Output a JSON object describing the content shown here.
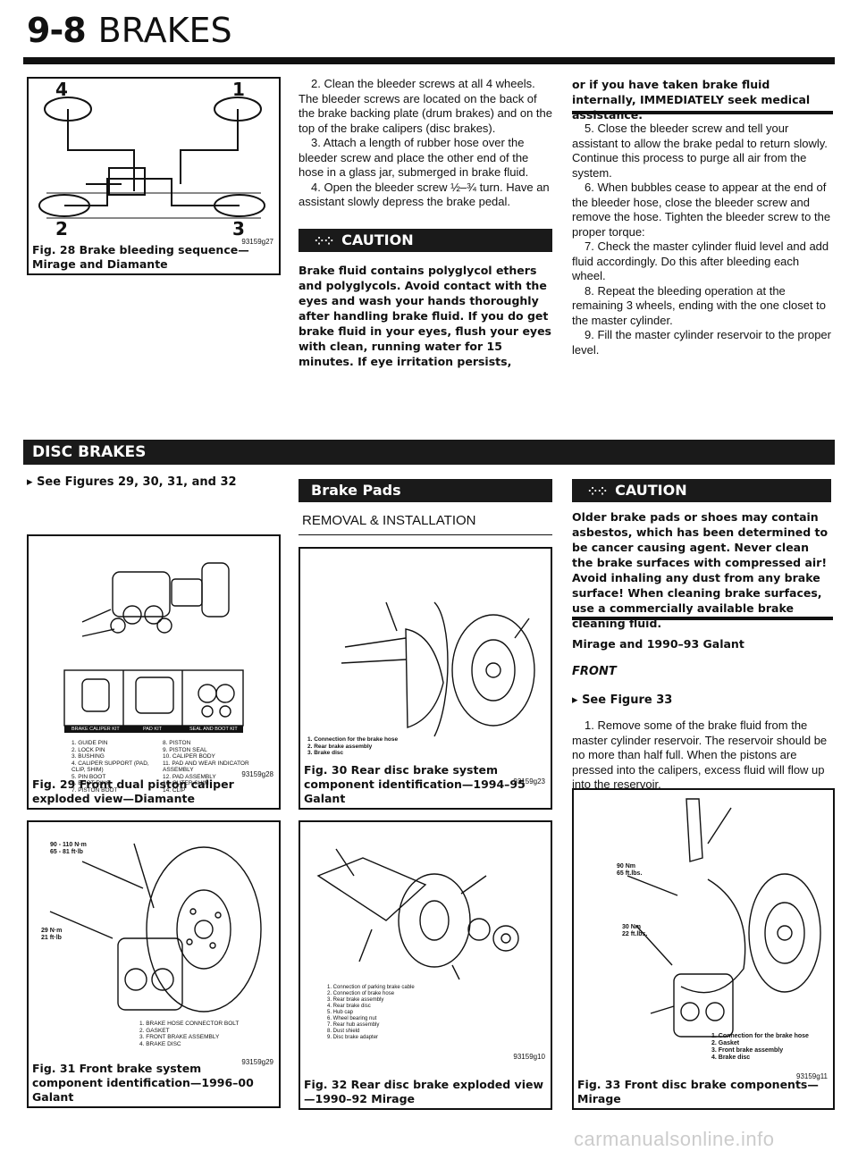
{
  "header": {
    "page": "9-8",
    "title": "BRAKES"
  },
  "fig28": {
    "label_4": "4",
    "label_1": "1",
    "label_2": "2",
    "label_3": "3",
    "id": "93159g27",
    "caption": "Fig. 28 Brake bleeding sequence—Mirage and Diamante"
  },
  "col2_top": {
    "p2": "2. Clean the bleeder screws at all 4 wheels. The bleeder screws are located on the back of the brake backing plate (drum brakes) and on the top of the brake calipers (disc brakes).",
    "p3": "3. Attach a length of rubber hose over the bleeder screw and place the other end of the hose in a glass jar, submerged in brake fluid.",
    "p4": "4. Open the bleeder screw ½–¾ turn. Have an assistant slowly depress the brake pedal."
  },
  "caution1": {
    "symbol": "⁘⁘",
    "title": "CAUTION",
    "text": "Brake fluid contains polyglycol ethers and polyglycols. Avoid contact with the eyes and wash your hands thoroughly after handling brake fluid. If you do get brake fluid in your eyes, flush your eyes with clean, running water for 15 minutes. If eye irritation persists,"
  },
  "col3_top": {
    "warn": "or if you have taken brake fluid internally, IMMEDIATELY seek medical assistance.",
    "p5": "5. Close the bleeder screw and tell your assistant to allow the brake pedal to return slowly. Continue this process to purge all air from the system.",
    "p6": "6. When bubbles cease to appear at the end of the bleeder hose, close the bleeder screw and remove the hose. Tighten the bleeder screw to the proper torque:",
    "p7": "7. Check the master cylinder fluid level and add fluid accordingly. Do this after bleeding each wheel.",
    "p8": "8. Repeat the bleeding operation at the remaining 3 wheels, ending with the one closet to the master cylinder.",
    "p9": "9. Fill the master cylinder reservoir to the proper level."
  },
  "disc_brakes": {
    "title": "DISC BRAKES",
    "see": "See Figures 29, 30, 31, and 32"
  },
  "brake_pads": {
    "title": "Brake Pads",
    "subtitle": "REMOVAL & INSTALLATION"
  },
  "caution2": {
    "symbol": "⁘⁘",
    "title": "CAUTION",
    "text": "Older brake pads or shoes may contain asbestos, which has been determined to be cancer causing agent. Never clean the brake surfaces with compressed air! Avoid inhaling any dust from any brake surface! When cleaning brake surfaces, use a commercially available brake cleaning fluid."
  },
  "col3_mid": {
    "model": "Mirage and 1990–93 Galant",
    "front": "FRONT",
    "see": "See Figure 33",
    "p1": "1. Remove some of the brake fluid from the master cylinder reservoir. The reservoir should be no more than half full. When the pistons are pressed into the calipers, excess fluid will flow up into the reservoir."
  },
  "fig29": {
    "id": "93159g28",
    "caption": "Fig. 29 Front dual piston caliper exploded view—Diamante",
    "kit1": "BRAKE CALIPER KIT",
    "kit2": "PAD KIT",
    "kit3": "SEAL AND BOOT KIT",
    "parts_a": "1. GUIDE PIN\n2. LOCK PIN\n3. BUSHING\n4. CALIPER SUPPORT (PAD, CLIP, SHIM)\n5. PIN BOOT\n6. BOOT RING\n7. PISTON BOOT",
    "parts_b": "8. PISTON\n9. PISTON SEAL\n10. CALIPER BODY\n11. PAD AND WEAR INDICATOR ASSEMBLY\n12. PAD ASSEMBLY\n13. OUTER SHIM\n14. CLIP"
  },
  "fig30": {
    "id": "93159g23",
    "caption": "Fig. 30 Rear disc brake system component identification—1994–95 Galant",
    "parts": "1. Connection for the brake hose\n2. Rear brake assembly\n3. Brake disc"
  },
  "fig31": {
    "id": "93159g29",
    "caption": "Fig. 31 Front brake system component identification—1996–00 Galant",
    "torque1": "90 - 110 N·m\n65 - 81 ft·lb",
    "torque2": "29 N·m\n21 ft·lb",
    "parts": "1. BRAKE HOSE CONNECTOR BOLT\n2. GASKET\n3. FRONT BRAKE ASSEMBLY\n4. BRAKE DISC"
  },
  "fig32": {
    "id": "93159g10",
    "caption": "Fig. 32 Rear disc brake exploded view—1990–92 Mirage",
    "parts": "1. Connection of parking brake cable\n2. Connection of brake hose\n3. Rear brake assembly\n4. Rear brake disc\n5. Hub cap\n6. Wheel bearing nut\n7. Rear hub assembly\n8. Dust shield\n9. Disc brake adapter"
  },
  "fig33": {
    "id": "93159g11",
    "caption": "Fig. 33 Front disc brake components—Mirage",
    "torque1": "90 Nm\n65 ft.lbs.",
    "torque2": "30 Nm\n22 ft.lbs.",
    "parts": "1. Connection for the brake hose\n2. Gasket\n3. Front brake assembly\n4. Brake disc"
  },
  "watermark": "carmanualsonline.info"
}
